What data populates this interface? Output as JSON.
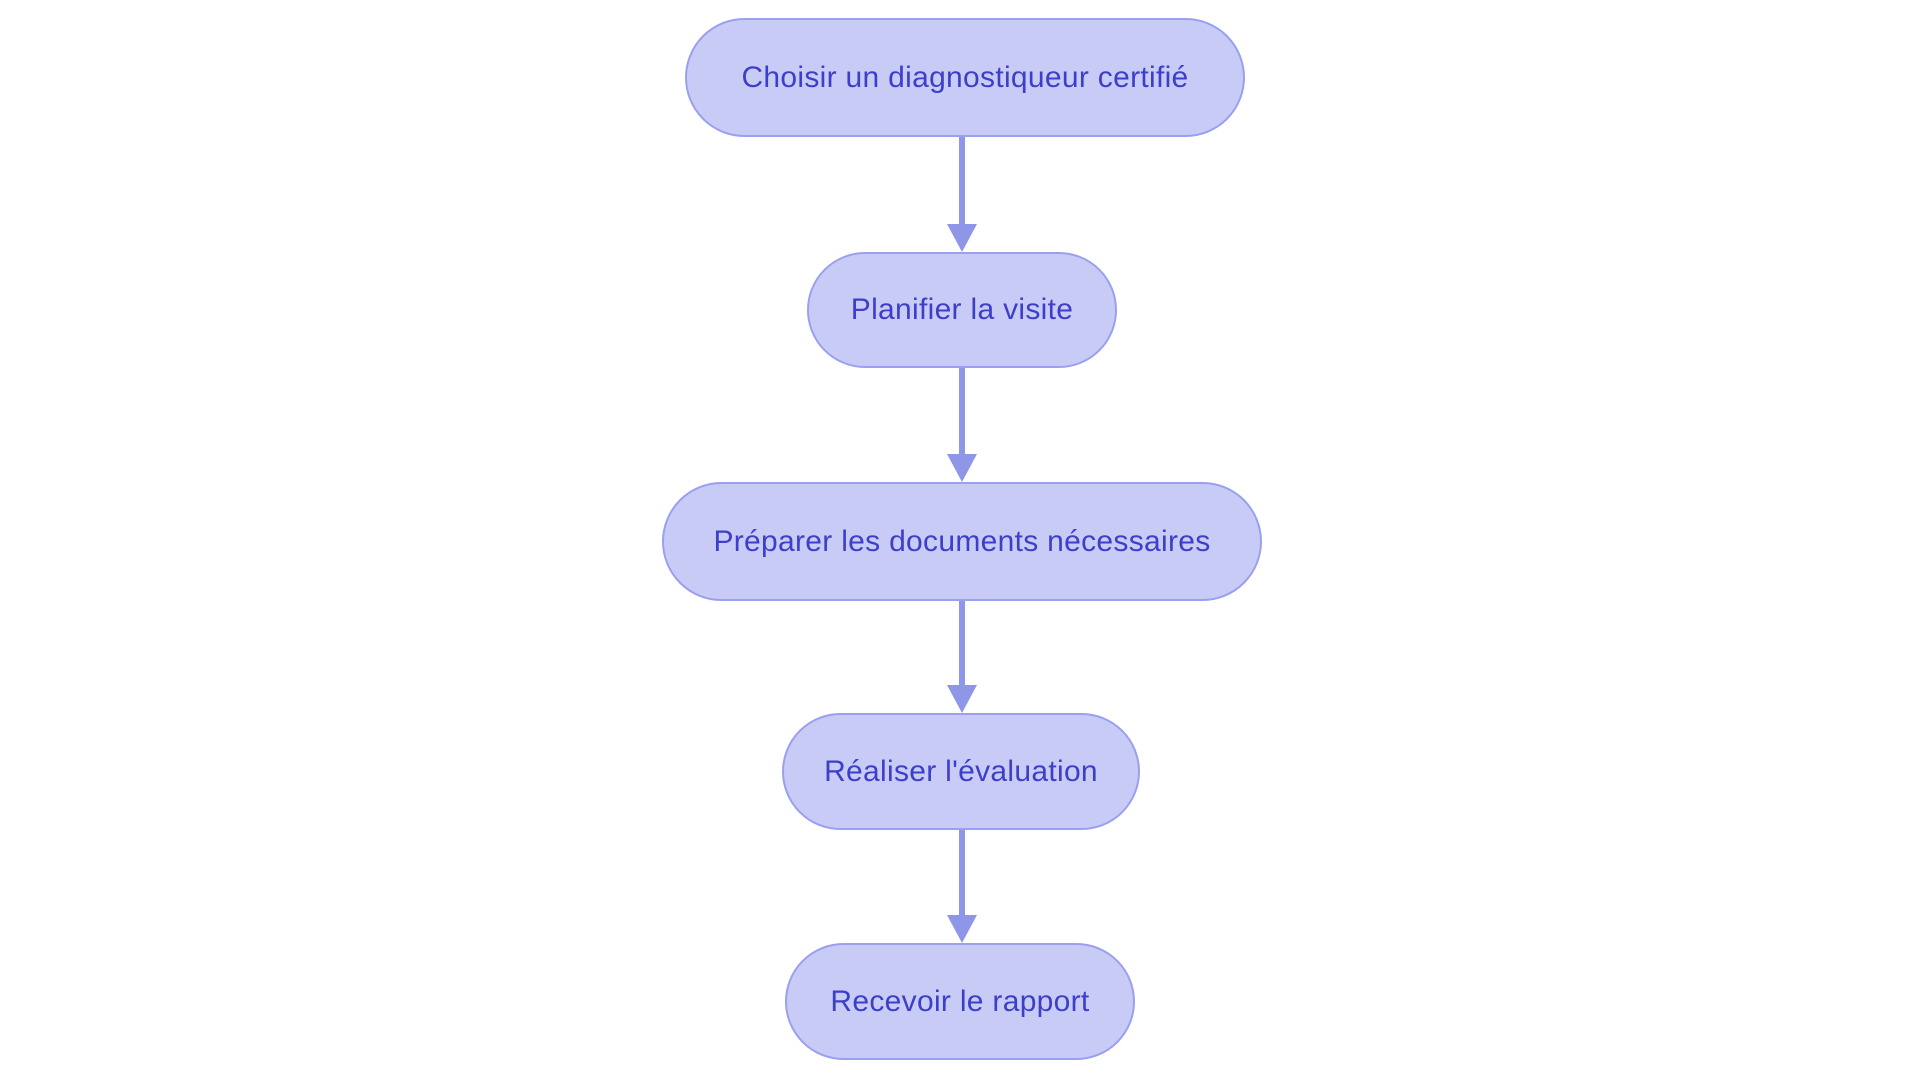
{
  "diagram": {
    "type": "flowchart",
    "direction": "top-to-bottom",
    "colors": {
      "background": "#ffffff",
      "node_fill": "#c9cbf7",
      "node_border": "#9aa0ef",
      "node_text": "#3c3fc8",
      "arrow": "#8e96e8"
    },
    "nodes": [
      {
        "id": "step-1",
        "label": "Choisir un diagnostiqueur certifié"
      },
      {
        "id": "step-2",
        "label": "Planifier la visite"
      },
      {
        "id": "step-3",
        "label": "Préparer les documents nécessaires"
      },
      {
        "id": "step-4",
        "label": "Réaliser l'évaluation"
      },
      {
        "id": "step-5",
        "label": "Recevoir le rapport"
      }
    ],
    "edges": [
      {
        "from": "step-1",
        "to": "step-2"
      },
      {
        "from": "step-2",
        "to": "step-3"
      },
      {
        "from": "step-3",
        "to": "step-4"
      },
      {
        "from": "step-4",
        "to": "step-5"
      }
    ]
  }
}
